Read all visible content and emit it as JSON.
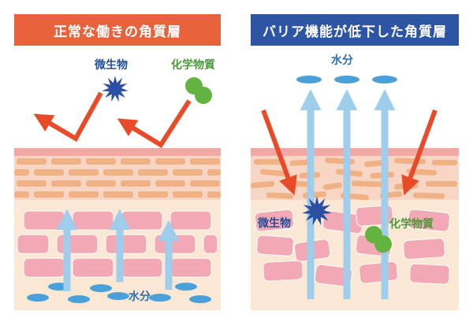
{
  "panels": {
    "left": {
      "title": "正常な働きの角質層"
    },
    "right": {
      "title": "バリア機能が低下した角質層"
    }
  },
  "labels": {
    "microbe": "微生物",
    "chemical": "化学物質",
    "water": "水分"
  },
  "colors": {
    "left_banner": "#e8623c",
    "right_banner": "#2d55a3",
    "stratum_corneum": "#f7d6c6",
    "brick": "#f0b184",
    "cell": "#f3a9b5",
    "dermis": "#fbe8d4",
    "arrow_red": "#e84b2a",
    "arrow_blue": "#9fcdec",
    "microbe": "#2a4fa3",
    "chemical": "#62b340",
    "water_drop": "#4aa0d8"
  }
}
